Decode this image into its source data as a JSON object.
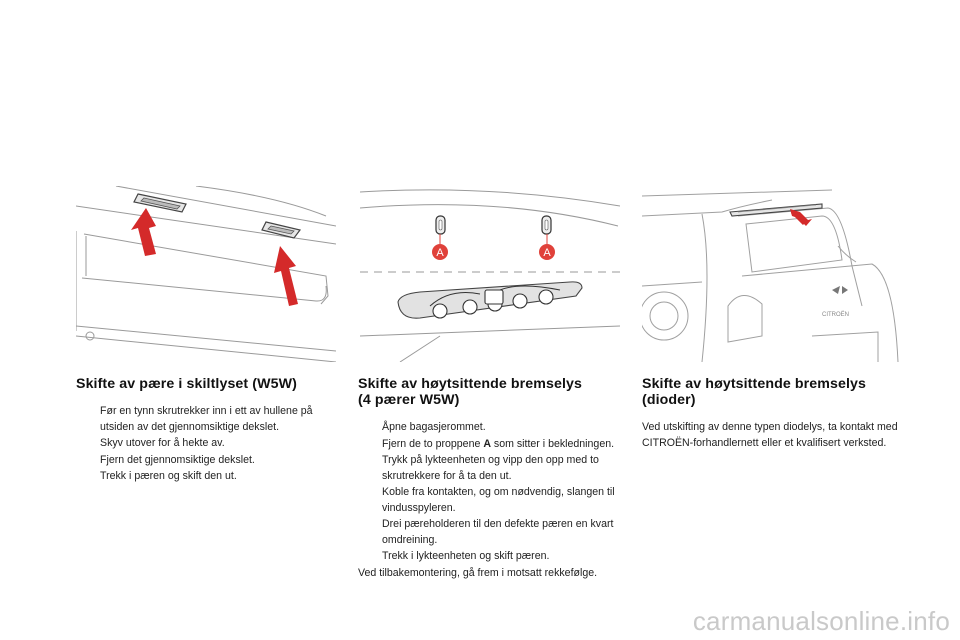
{
  "sections": [
    {
      "title": "Skifte av pære i skiltlyset (W5W)",
      "steps": [
        "Før en tynn skrutrekker inn i ett av hullene på utsiden av det gjennomsiktige dekslet.",
        "Skyv utover for å hekte av.",
        "Fjern det gjennomsiktige dekslet.",
        "Trekk i pæren og skift den ut."
      ]
    },
    {
      "title_line1": "Skifte av høytsittende bremselys",
      "title_line2": "(4 pærer W5W)",
      "steps": [
        "Åpne bagasjerommet.",
        "Fjern de to proppene",
        "Trykk på lykteenheten og vipp den opp med to skrutrekkere for å ta den ut.",
        "Koble fra kontakten, og om nødvendig, slangen til vindusspyleren.",
        "Drei pæreholderen til den defekte pæren en kvart omdreining.",
        "Trekk i lykteenheten og skift pæren."
      ],
      "step2_label": "A",
      "step2_suffix": "som sitter i bekledningen.",
      "note": "Ved tilbakemontering, gå frem i motsatt rekkefølge."
    },
    {
      "title_line1": "Skifte av høytsittende bremselys",
      "title_line2": "(dioder)",
      "body": "Ved utskifting av denne typen diodelys, ta kontakt med CITROËN-forhandlernett eller et kvalifisert verksted."
    }
  ],
  "figures": {
    "fig2_label_a": "A",
    "fig3_brand": "CITROËN"
  },
  "bullet_glyph": "",
  "watermark": "carmanualsonline.info",
  "colors": {
    "arrow_red": "#d42a2a",
    "label_red": "#e0413a",
    "line_gray": "#9a9a9a"
  }
}
